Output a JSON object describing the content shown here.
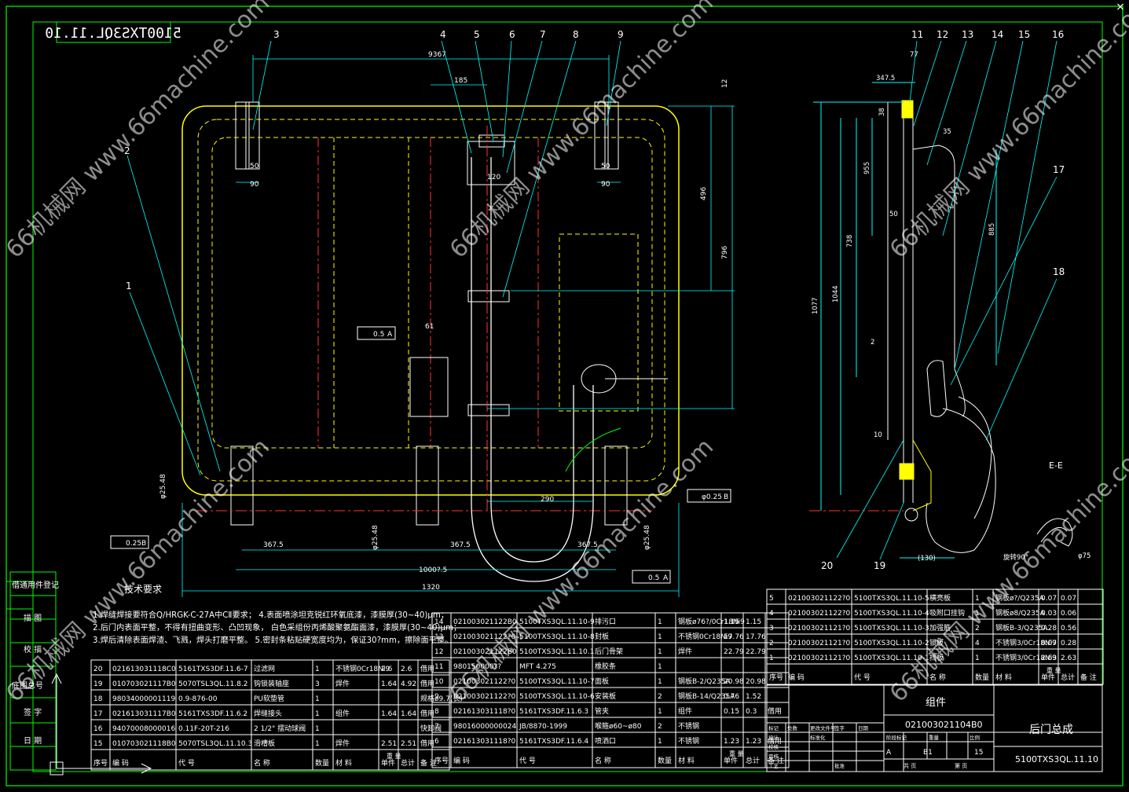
{
  "drawing": {
    "code_mirrored": "5100TXS3QL.11.10",
    "title": "后门总成",
    "code": "5100TXS3QL.11.10",
    "group": "组件",
    "assembly_no": "021003021104B0",
    "sheet": "B1",
    "qty": "15",
    "view_label": "E-E",
    "close_glyph": "×"
  },
  "balloons": [
    "1",
    "2",
    "3",
    "4",
    "5",
    "6",
    "7",
    "8",
    "9",
    "11",
    "12",
    "13",
    "14",
    "15",
    "16",
    "17",
    "18",
    "19",
    "20"
  ],
  "dims": {
    "d9367": "9367",
    "d185": "185",
    "d120": "120",
    "d50a": "50",
    "d90a": "90",
    "d50b": "50",
    "d90b": "90",
    "d496": "496",
    "d796": "796",
    "d12": "12",
    "d61": "61",
    "d290": "290",
    "d3675a": "367.5",
    "d3675b": "367.5",
    "d3675c": "367.5",
    "d10005": "1000?.5",
    "d1320": "1320",
    "d2548a": "φ25.48",
    "d2548b": "φ25.48",
    "d2548c": "φ25.48",
    "tol05a": "0.5",
    "tolA": "A",
    "tol025a": "φ0.25",
    "tolB": "B",
    "tol025b": "0.25",
    "tolB2": "B",
    "tol05b": "0.5",
    "tolA2": "A",
    "s77": "77",
    "s3475": "347.5",
    "s38": "38",
    "s35": "35",
    "s955": "955",
    "s50": "50",
    "s738": "738",
    "s1044": "1044",
    "s1077": "1077",
    "s885": "885",
    "s2": "2",
    "s10": "10",
    "s130": "(130)",
    "s75": "φ75",
    "s_note": "旋转90°"
  },
  "tech": {
    "heading": "技术要求",
    "lines": [
      "1.焊缝焊接要符合Q/HRGK-C-27A中CⅡ要求；   4.表面喷涂坦克锐红环氧底漆，漆膜厚(30~40)μm；",
      "2.后门内表面平整，不得有扭曲变形、凸凹现象，  白色采组份丙烯酸聚氨酯面漆，漆膜厚(30~40)μm；",
      "3.焊后清除表面焊渣、飞溅，焊头打磨平整。    5.密封条粘贴硬宽度均为，保证30?mm，擦除面平整。"
    ]
  },
  "sidebar": [
    "借通用件登记",
    "描 图",
    "校 描",
    "底图总号",
    "签 字",
    "日 期"
  ],
  "bom_left": {
    "headers": [
      "序号",
      "编 码",
      "代 号",
      "名 称",
      "数量",
      "材 料",
      "单件",
      "总计",
      "备 注"
    ],
    "weight_header": "重 量",
    "rows": [
      [
        "20",
        "021613031118C0",
        "5161TXS3DF.11.6-7",
        "过滤网",
        "1",
        "不锈钢0Cr18Ni9",
        "2.6",
        "2.6",
        "借用"
      ],
      [
        "19",
        "010703021117B0",
        "5070TSL3QL.11.8.2",
        "钩锁装轴座",
        "3",
        "焊件",
        "1.64",
        "4.92",
        "借用"
      ],
      [
        "18",
        "98034000001119",
        "0.9-876-00",
        "PU软垫管",
        "1",
        "",
        "",
        "",
        "规格ø9.7(长)"
      ],
      [
        "17",
        "021613031117B0",
        "5161TXS3DF.11.6.2",
        "焊缝接头",
        "1",
        "组件",
        "1.64",
        "1.64",
        "借用"
      ],
      [
        "16",
        "94070008000016",
        "0.11F-20T-216",
        "2 1/2\" 摆动球阀",
        "1",
        "",
        "",
        "",
        "快卸阀"
      ],
      [
        "15",
        "010703021118B0",
        "5070TSL3QL.11.10.3",
        "滑槽板",
        "1",
        "焊件",
        "2.51",
        "2.51",
        "借用"
      ]
    ]
  },
  "bom_mid": {
    "headers": [
      "序号",
      "编 码",
      "代 号",
      "名 称",
      "数量",
      "材 料",
      "单件",
      "总计",
      "备 注"
    ],
    "weight_header": "重 量",
    "rows": [
      [
        "14",
        "021003021122B0",
        "5100TXS3QL.11.10-9",
        "排污口",
        "1",
        "钢板ø76?/0Cr18Ni9",
        "1.15",
        "1.15",
        ""
      ],
      [
        "13",
        "021003021122?0",
        "5100TXS3QL.11.10-8",
        "封板",
        "1",
        "不锈钢0Cr18Ni9",
        "17.76",
        "17.76",
        ""
      ],
      [
        "12",
        "021003021122B0",
        "5100TXS3QL.11.10.1",
        "后门骨架",
        "1",
        "焊件",
        "22.79",
        "22.79",
        ""
      ],
      [
        "11",
        "980150000??",
        "MFT 4.275",
        "橡胶条",
        "1",
        "",
        "",
        "",
        ""
      ],
      [
        "10",
        "021003021122?0",
        "5100TXS3QL.11.10-7",
        "面板",
        "1",
        "钢板B-2/Q235A",
        "20.98",
        "20.98",
        ""
      ],
      [
        "9",
        "021003021122?0",
        "5100TXS3QL.11.10-6",
        "安装板",
        "2",
        "钢板B-14/Q235A",
        "0.76",
        "1.52",
        ""
      ],
      [
        "8",
        "021613031118?0",
        "5161TXS3DF.11.6.3",
        "管夹",
        "1",
        "组件",
        "0.15",
        "0.3",
        "借用"
      ],
      [
        "7",
        "98016000000024",
        "JB/8870-1999",
        "喉箍ø60~ø80",
        "2",
        "不锈钢",
        "",
        "",
        ""
      ],
      [
        "6",
        "021613031118?0",
        "5161TXS3DF.11.6.4",
        "喷洒口",
        "1",
        "不锈钢",
        "1.23",
        "1.23",
        "借用"
      ]
    ]
  },
  "bom_right": {
    "headers": [
      "序号",
      "编 码",
      "代 号",
      "名 称",
      "数量",
      "材 料",
      "单件",
      "总计",
      "备 注"
    ],
    "weight_header": "重 量",
    "rows": [
      [
        "5",
        "021003021122?0",
        "5100TXS3QL.11.10-5",
        "横亮板",
        "1",
        "钢板ø?/Q235A",
        "0.07",
        "0.07",
        ""
      ],
      [
        "4",
        "021003021122?0",
        "5100TXS3QL.11.10-4",
        "吸附口挂钩",
        "1",
        "钢板ø8/Q235A",
        "0.03",
        "0.06",
        ""
      ],
      [
        "3",
        "021003021121?0",
        "5100TXS3QL.11.10-3",
        "加强筋",
        "2",
        "钢板B-3/Q235A",
        "0.28",
        "0.56",
        ""
      ],
      [
        "2",
        "021003021121?0",
        "5100TXS3QL.11.10-2",
        "锁板",
        "4",
        "不锈钢3/0Cr18Ni9",
        "0.07",
        "0.28",
        ""
      ],
      [
        "1",
        "021003021121?0",
        "5100TXS3QL.11.10-1",
        "挡板",
        "1",
        "不锈钢3/0Cr18Ni9",
        "2.63",
        "2.63",
        ""
      ]
    ]
  },
  "titleblock_small": [
    "标记",
    "处数",
    "更改文件号",
    "签字",
    "日期",
    "设计",
    "标准化",
    "阶段标记",
    "重量",
    "比例",
    "校核",
    "审核",
    "工艺",
    "批准",
    "共 页",
    "第 页",
    "A"
  ],
  "watermark": "66机械网 www.66machine.com"
}
